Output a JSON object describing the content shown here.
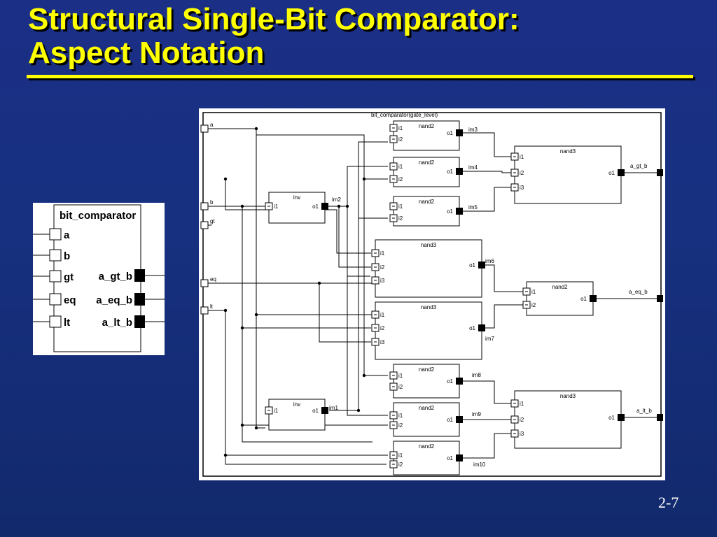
{
  "slide": {
    "title_line1": "Structural Single-Bit Comparator:",
    "title_line2": "Aspect Notation",
    "page_number": "2-7"
  },
  "symbol": {
    "name": "bit_comparator",
    "inputs": [
      "a",
      "b",
      "gt",
      "eq",
      "lt"
    ],
    "outputs": [
      "a_gt_b",
      "a_eq_b",
      "a_lt_b"
    ]
  },
  "schematic": {
    "title": "bit_comparator(gate_level)",
    "ports_in": [
      "a",
      "b",
      "gt",
      "eq",
      "lt"
    ],
    "ports_out": [
      "a_gt_b",
      "a_eq_b",
      "a_lt_b"
    ],
    "gates": [
      {
        "id": "inv-top",
        "type": "inv",
        "pins_in": [
          "i1"
        ],
        "pin_out": "o1",
        "net": "im2"
      },
      {
        "id": "inv-bottom",
        "type": "inv",
        "pins_in": [
          "i1"
        ],
        "pin_out": "o1",
        "net": "im1"
      },
      {
        "id": "nand2-1",
        "type": "nand2",
        "pins_in": [
          "i1",
          "i2"
        ],
        "pin_out": "o1",
        "net": "im3"
      },
      {
        "id": "nand2-2",
        "type": "nand2",
        "pins_in": [
          "i1",
          "i2"
        ],
        "pin_out": "o1",
        "net": "im4"
      },
      {
        "id": "nand2-3",
        "type": "nand2",
        "pins_in": [
          "i1",
          "i2"
        ],
        "pin_out": "o1",
        "net": "im5"
      },
      {
        "id": "nand3-top",
        "type": "nand3",
        "pins_in": [
          "i1",
          "i2",
          "i3"
        ],
        "pin_out": "o1",
        "net": "a_gt_b"
      },
      {
        "id": "nand3-mid1",
        "type": "nand3",
        "pins_in": [
          "i1",
          "i2",
          "i3"
        ],
        "pin_out": "o1",
        "net": "im6"
      },
      {
        "id": "nand3-mid2",
        "type": "nand3",
        "pins_in": [
          "i1",
          "i2",
          "i3"
        ],
        "pin_out": "o1",
        "net": "im7"
      },
      {
        "id": "nand2-mid",
        "type": "nand2",
        "pins_in": [
          "i1",
          "i2"
        ],
        "pin_out": "o1",
        "net": "a_eq_b"
      },
      {
        "id": "nand2-4",
        "type": "nand2",
        "pins_in": [
          "i1",
          "i2"
        ],
        "pin_out": "o1",
        "net": "im8"
      },
      {
        "id": "nand2-5",
        "type": "nand2",
        "pins_in": [
          "i1",
          "i2"
        ],
        "pin_out": "o1",
        "net": "im9"
      },
      {
        "id": "nand2-6",
        "type": "nand2",
        "pins_in": [
          "i1",
          "i2"
        ],
        "pin_out": "o1",
        "net": "im10"
      },
      {
        "id": "nand3-bottom",
        "type": "nand3",
        "pins_in": [
          "i1",
          "i2",
          "i3"
        ],
        "pin_out": "o1",
        "net": "a_lt_b"
      }
    ]
  }
}
